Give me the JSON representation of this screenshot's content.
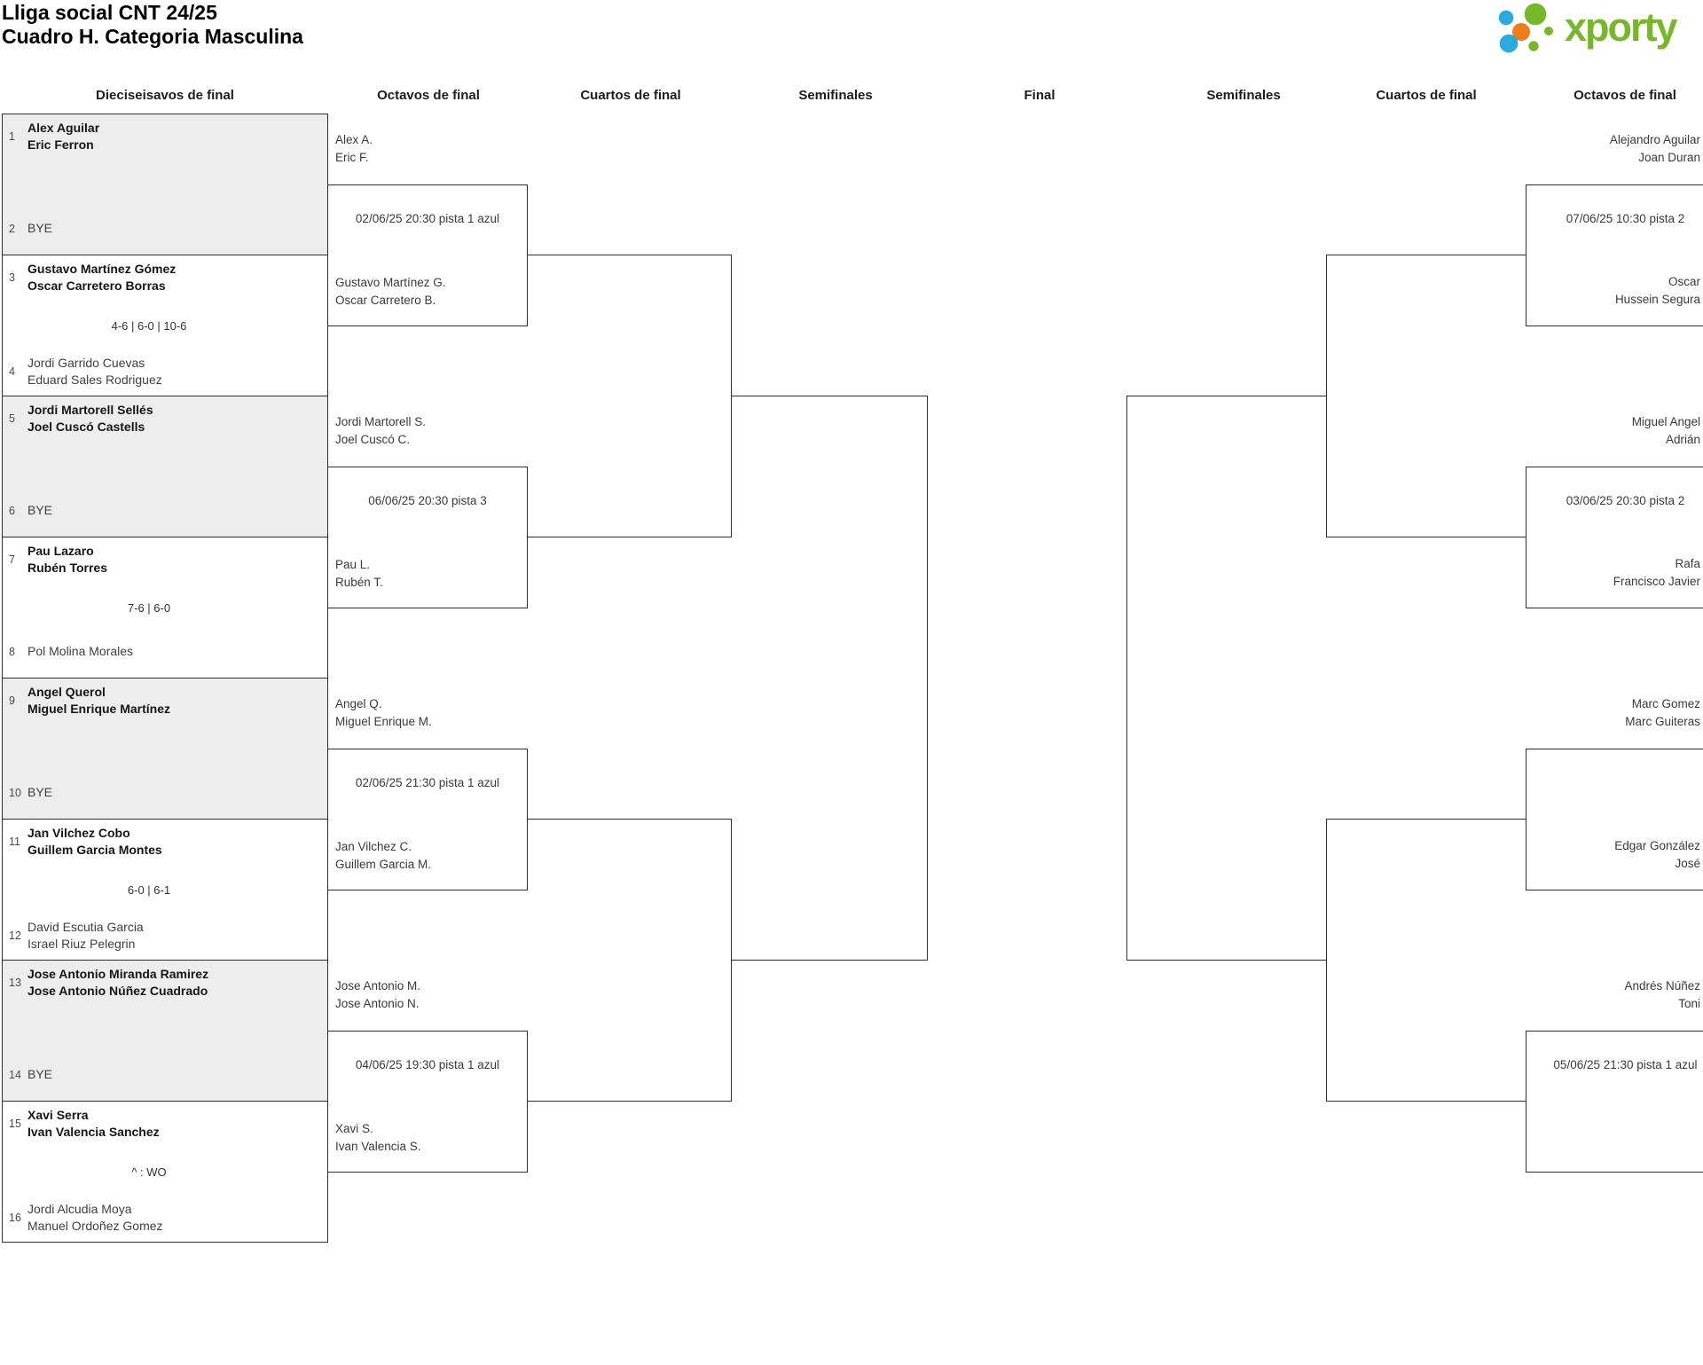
{
  "title": {
    "line1": "Lliga social CNT 24/25",
    "line2": "Cuadro H. Categoria Masculina"
  },
  "logo": {
    "text": "xporty",
    "green": "#76b82a",
    "blue": "#29abe2",
    "orange": "#ef7d1a"
  },
  "round_headers": [
    "Dieciseisavos de final",
    "Octavos de final",
    "Cuartos de final",
    "Semifinales",
    "Final",
    "Semifinales",
    "Cuartos de final",
    "Octavos de final"
  ],
  "round_of_32_matches": [
    {
      "pos_a": "1",
      "team_a": [
        "Alex Aguilar",
        "Eric Ferron"
      ],
      "seed_a": true,
      "score": "",
      "pos_b": "2",
      "team_b": [
        "BYE"
      ],
      "seed_b": false
    },
    {
      "pos_a": "3",
      "team_a": [
        "Gustavo Martínez Gómez",
        "Oscar Carretero Borras"
      ],
      "seed_a": true,
      "score": "4-6 | 6-0 | 10-6",
      "pos_b": "4",
      "team_b": [
        "Jordi Garrido Cuevas",
        "Eduard Sales Rodriguez"
      ],
      "seed_b": false
    },
    {
      "pos_a": "5",
      "team_a": [
        "Jordi Martorell Sellés",
        "Joel Cuscó Castells"
      ],
      "seed_a": true,
      "score": "",
      "pos_b": "6",
      "team_b": [
        "BYE"
      ],
      "seed_b": false
    },
    {
      "pos_a": "7",
      "team_a": [
        "Pau Lazaro",
        "Rubén Torres"
      ],
      "seed_a": true,
      "score": "7-6 | 6-0",
      "pos_b": "8",
      "team_b": [
        "Pol Molina Morales"
      ],
      "seed_b": false
    },
    {
      "pos_a": "9",
      "team_a": [
        "Angel Querol",
        "Miguel Enrique Martínez"
      ],
      "seed_a": true,
      "score": "",
      "pos_b": "10",
      "team_b": [
        "BYE"
      ],
      "seed_b": false
    },
    {
      "pos_a": "11",
      "team_a": [
        "Jan Vilchez Cobo",
        "Guillem Garcia Montes"
      ],
      "seed_a": true,
      "score": "6-0 | 6-1",
      "pos_b": "12",
      "team_b": [
        "David Escutia Garcia",
        "Israel Riuz Pelegrin"
      ],
      "seed_b": false
    },
    {
      "pos_a": "13",
      "team_a": [
        "Jose Antonio Miranda Ramirez",
        "Jose Antonio Núñez Cuadrado"
      ],
      "seed_a": true,
      "score": "",
      "pos_b": "14",
      "team_b": [
        "BYE"
      ],
      "seed_b": false
    },
    {
      "pos_a": "15",
      "team_a": [
        "Xavi Serra",
        "Ivan Valencia Sanchez"
      ],
      "seed_a": true,
      "score": "^ : WO",
      "pos_b": "16",
      "team_b": [
        "Jordi Alcudia Moya",
        "Manuel Ordoñez Gomez"
      ],
      "seed_b": false
    }
  ],
  "round_of_16_left": [
    {
      "team_a": [
        "Alex A.",
        "Eric F."
      ],
      "schedule": "02/06/25 20:30 pista 1 azul",
      "team_b": [
        "Gustavo Martínez G.",
        "Oscar Carretero B."
      ]
    },
    {
      "team_a": [
        "Jordi Martorell S.",
        "Joel Cuscó C."
      ],
      "schedule": "06/06/25 20:30 pista 3",
      "team_b": [
        "Pau L.",
        "Rubén T."
      ]
    },
    {
      "team_a": [
        "Angel Q.",
        "Miguel Enrique M."
      ],
      "schedule": "02/06/25 21:30 pista 1 azul",
      "team_b": [
        "Jan Vilchez C.",
        "Guillem Garcia M."
      ]
    },
    {
      "team_a": [
        "Jose Antonio M.",
        "Jose Antonio N."
      ],
      "schedule": "04/06/25 19:30 pista 1 azul",
      "team_b": [
        "Xavi S.",
        "Ivan Valencia S."
      ]
    }
  ],
  "round_of_16_right": [
    {
      "team_a": [
        "Alejandro Aguilar",
        "Joan Duran"
      ],
      "schedule": "07/06/25 10:30 pista 2",
      "team_b": [
        "Oscar",
        "Hussein Segura"
      ]
    },
    {
      "team_a": [
        "Miguel Angel",
        "Adrián"
      ],
      "schedule": "03/06/25 20:30 pista 2",
      "team_b": [
        "Rafa",
        "Francisco Javier"
      ]
    },
    {
      "team_a": [
        "Marc Gomez",
        "Marc Guiteras"
      ],
      "schedule": "",
      "team_b": [
        "Edgar González",
        "José"
      ]
    },
    {
      "team_a": [
        "Andrés Núñez",
        "Toni"
      ],
      "schedule": "05/06/25 21:30 pista 1 azul",
      "team_b": []
    }
  ]
}
